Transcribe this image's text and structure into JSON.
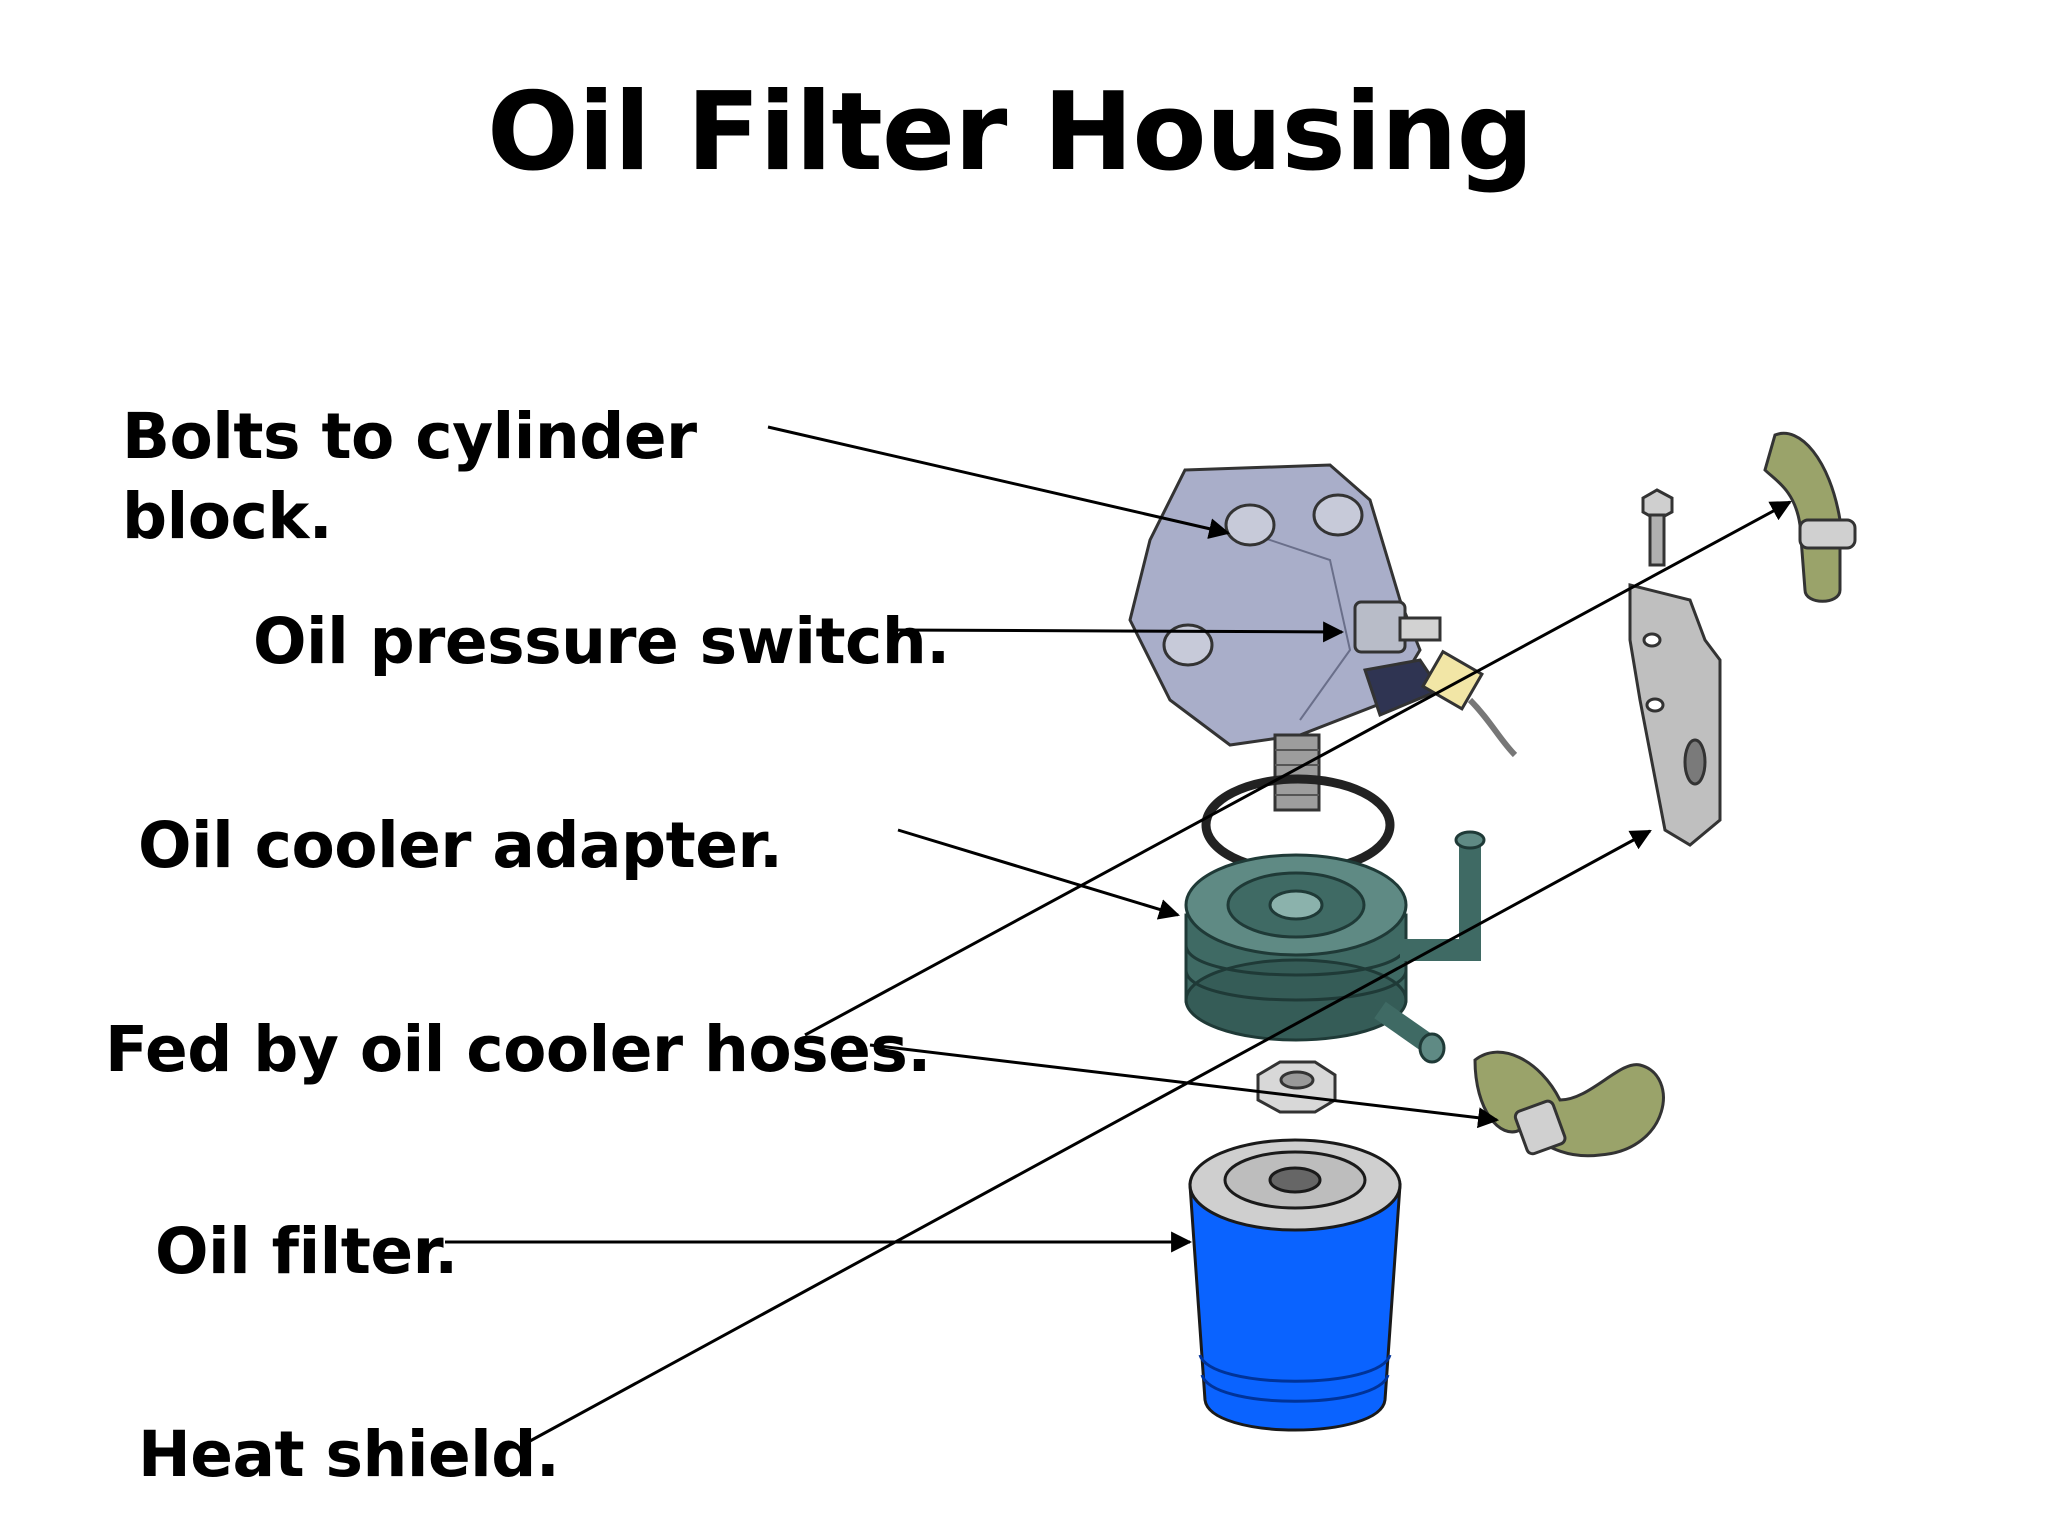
{
  "title": "Oil Filter Housing",
  "callouts": [
    {
      "text": "Bolts to cylinder\nblock."
    },
    {
      "text": "Oil pressure switch."
    },
    {
      "text": "Oil cooler adapter."
    },
    {
      "text": "Fed by oil cooler hoses."
    },
    {
      "text": "Oil filter."
    },
    {
      "text": "Heat shield."
    }
  ],
  "colors": {
    "text": "#000000",
    "housing": "#a9aec9",
    "cooler": "#3f6a64",
    "filter": "#0a63ff",
    "hose": "#9aa36a",
    "shield": "#bfbfbf"
  },
  "icons": [
    "arrow-head"
  ]
}
